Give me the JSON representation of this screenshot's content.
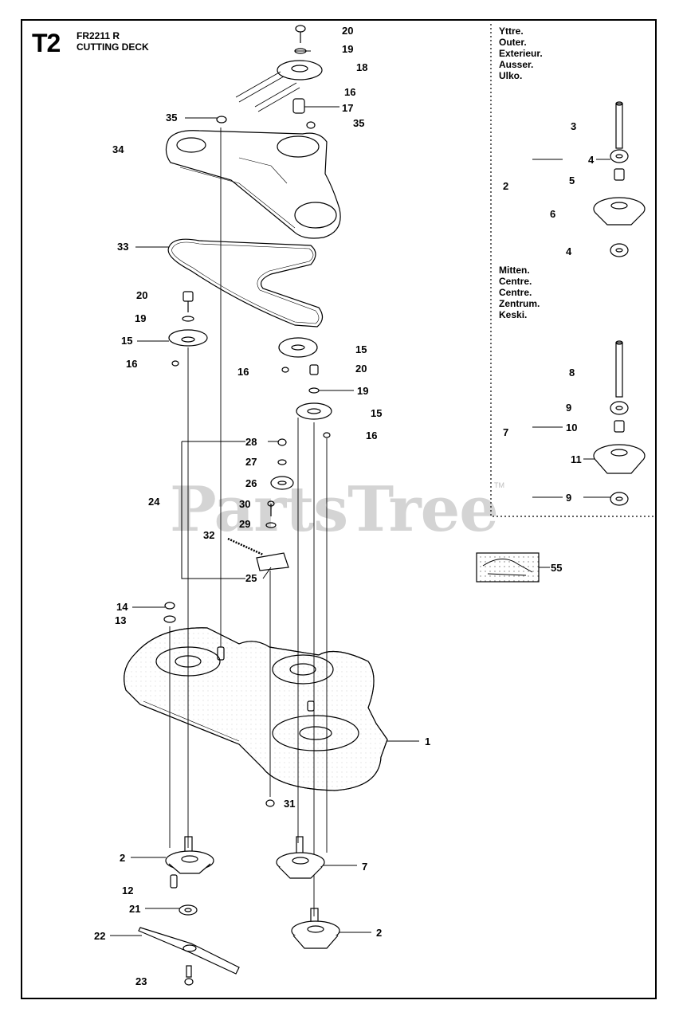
{
  "header": {
    "section_code": "T2",
    "model": "FR2211 R",
    "title": "CUTTING DECK"
  },
  "legend_outer": [
    "Yttre.",
    "Outer.",
    "Exterieur.",
    "Ausser.",
    "Ulko."
  ],
  "legend_center": [
    "Mitten.",
    "Centre.",
    "Centre.",
    "Zentrum.",
    "Keski."
  ],
  "watermark": {
    "text": "PartsTree",
    "mark": "TM"
  },
  "callouts": {
    "c20a": "20",
    "c19a": "19",
    "c18": "18",
    "c16a": "16",
    "c17": "17",
    "c35a": "35",
    "c35b": "35",
    "c34": "34",
    "c33": "33",
    "c20b": "20",
    "c19b": "19",
    "c15a": "15",
    "c16b": "16",
    "c15b": "15",
    "c16c": "16",
    "c20c": "20",
    "c19c": "19",
    "c15c": "15",
    "c16d": "16",
    "c28": "28",
    "c27": "27",
    "c26": "26",
    "c24": "24",
    "c30": "30",
    "c29": "29",
    "c32": "32",
    "c25": "25",
    "c14": "14",
    "c13": "13",
    "c1": "1",
    "c31": "31",
    "c2a": "2",
    "c12": "12",
    "c7a": "7",
    "c21": "21",
    "c22": "22",
    "c2b": "2",
    "c23": "23",
    "c55": "55",
    "r3": "3",
    "r4a": "4",
    "r2": "2",
    "r5": "5",
    "r6": "6",
    "r4b": "4",
    "r8": "8",
    "r9a": "9",
    "r7": "7",
    "r10": "10",
    "r11": "11",
    "r9b": "9"
  }
}
